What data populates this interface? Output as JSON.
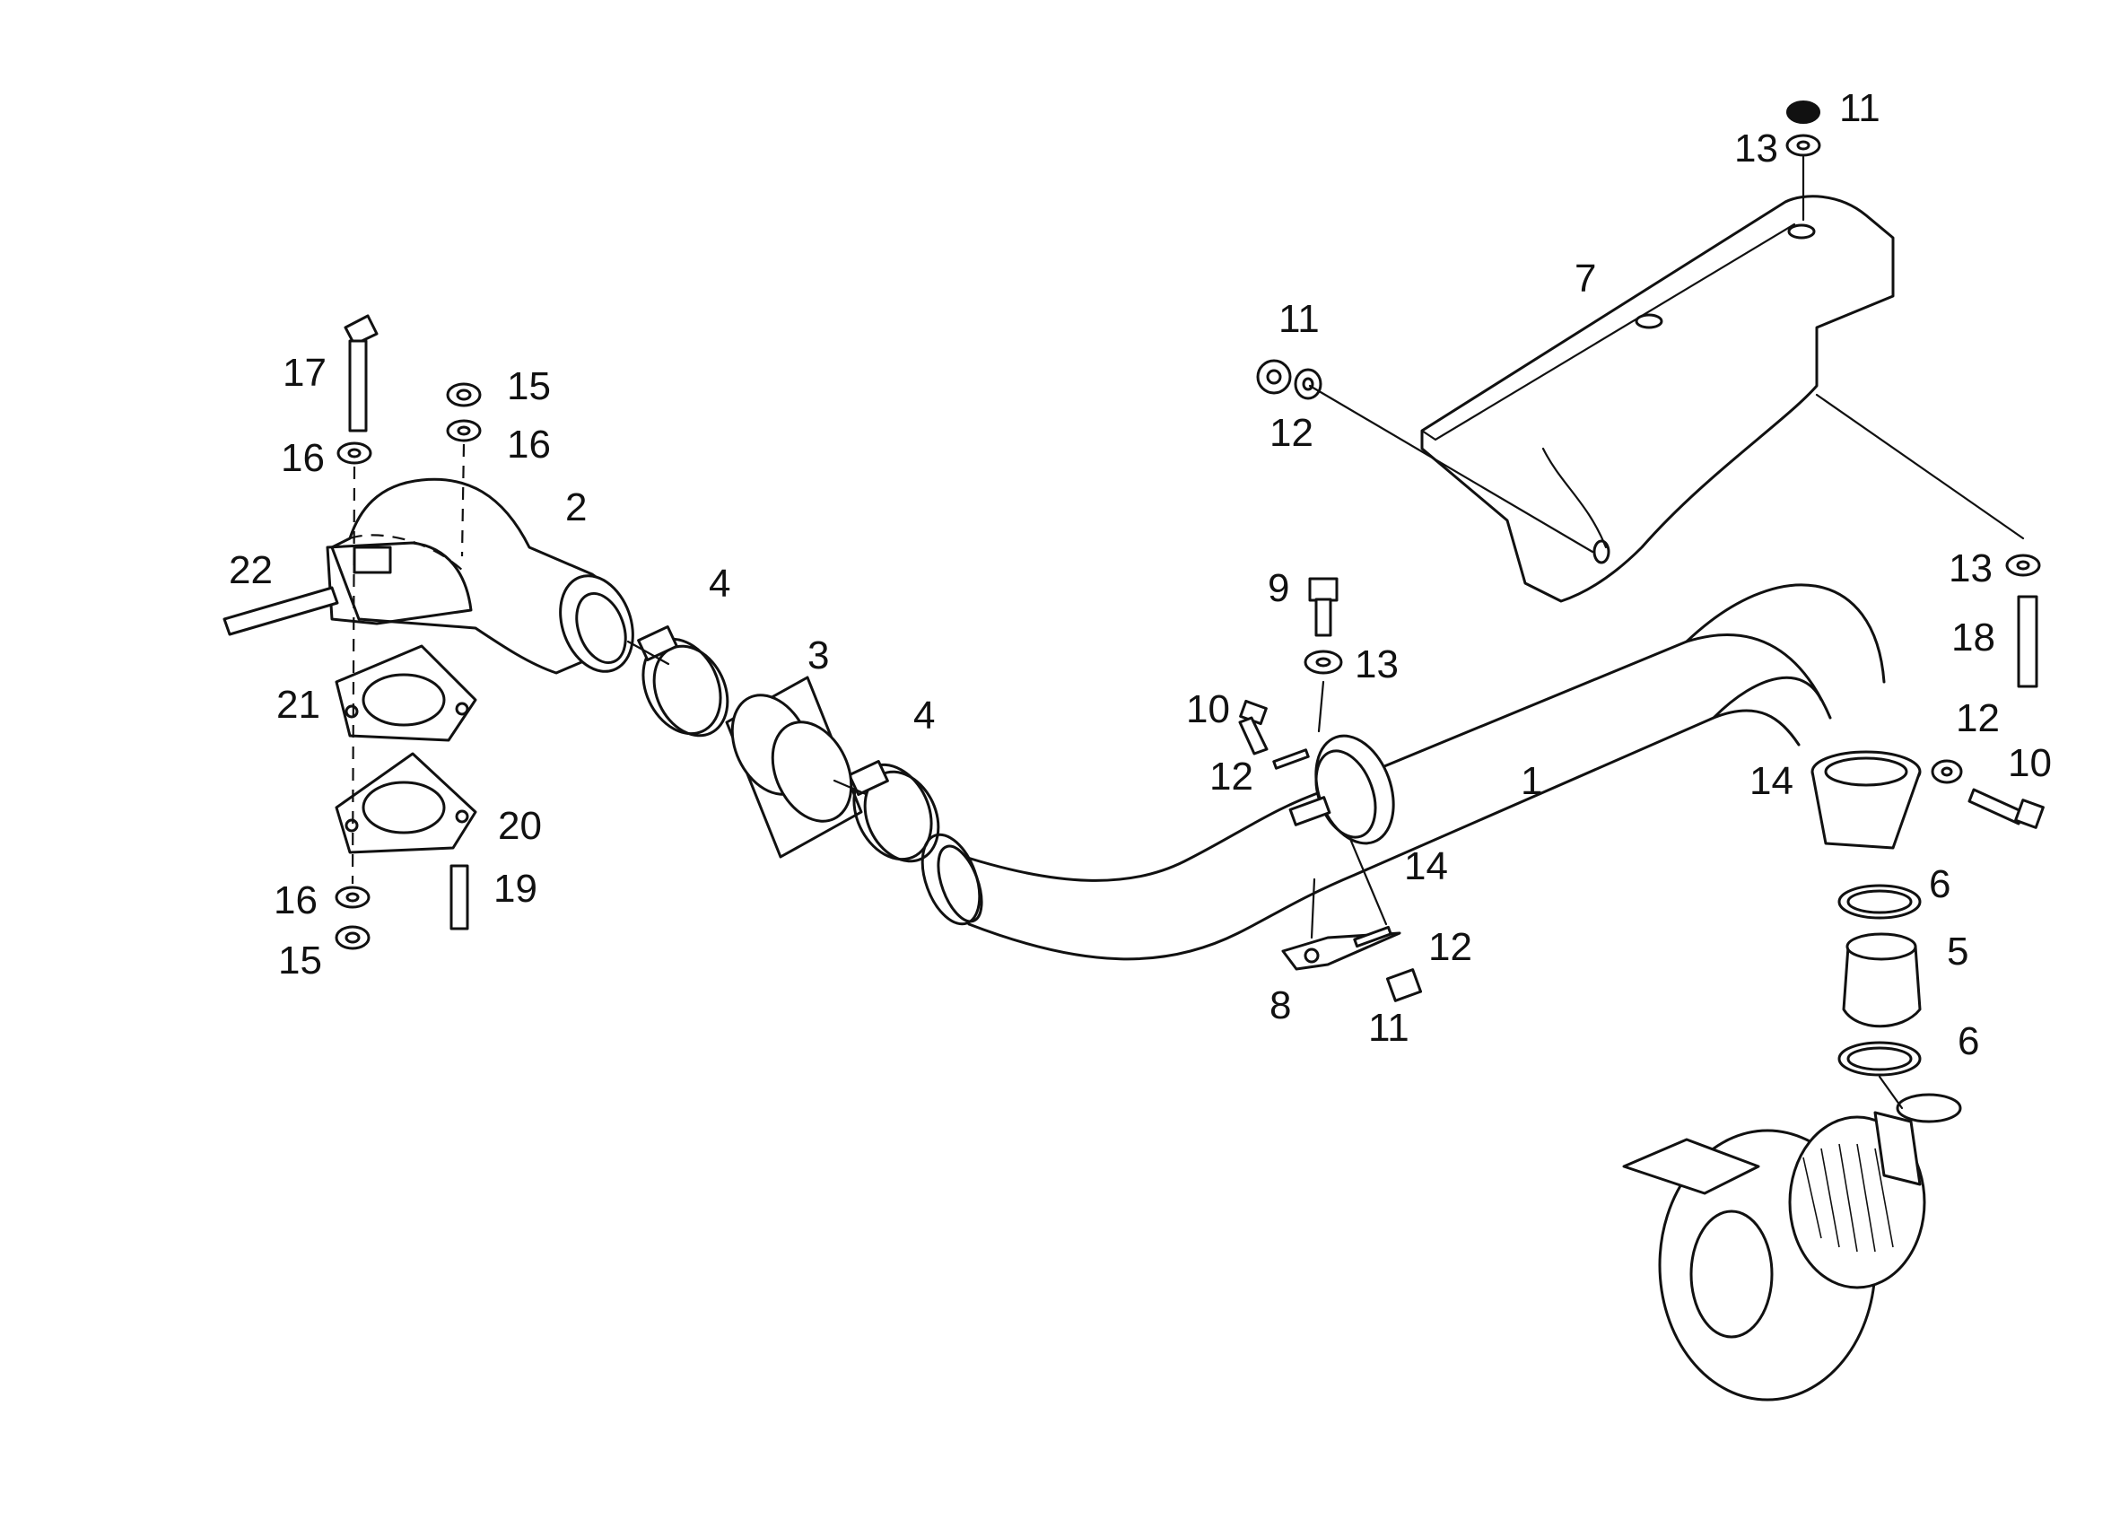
{
  "callouts": {
    "c1": "1",
    "c2": "2",
    "c3": "3",
    "c4a": "4",
    "c4b": "4",
    "c5": "5",
    "c6a": "6",
    "c6b": "6",
    "c7": "7",
    "c8": "8",
    "c9": "9",
    "c10a": "10",
    "c10b": "10",
    "c11a": "11",
    "c11b": "11",
    "c11c": "11",
    "c12a": "12",
    "c12b": "12",
    "c12c": "12",
    "c12d": "12",
    "c13a": "13",
    "c13b": "13",
    "c13c": "13",
    "c14a": "14",
    "c14b": "14",
    "c15a": "15",
    "c15b": "15",
    "c16a": "16",
    "c16b": "16",
    "c16c": "16",
    "c17": "17",
    "c18": "18",
    "c19": "19",
    "c20": "20",
    "c21": "21",
    "c22": "22"
  }
}
